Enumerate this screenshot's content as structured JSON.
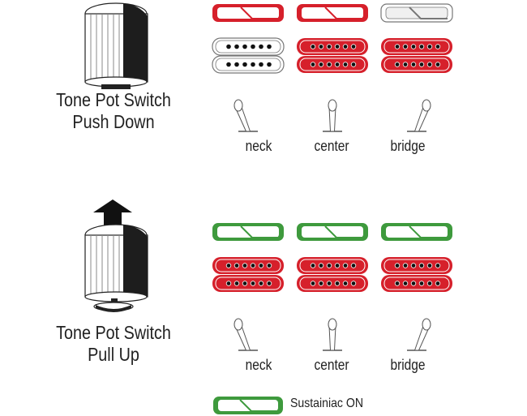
{
  "sections": [
    {
      "title_line1": "Tone Pot Switch",
      "title_line2": "Push Down",
      "positions": [
        "neck",
        "center",
        "bridge"
      ],
      "sustainiac": [
        "red",
        "red",
        "off"
      ],
      "pickups": [
        "off",
        "on",
        "on"
      ]
    },
    {
      "title_line1": "Tone Pot Switch",
      "title_line2": "Pull Up",
      "positions": [
        "neck",
        "center",
        "bridge"
      ],
      "sustainiac": [
        "green",
        "green",
        "green"
      ],
      "pickups": [
        "on",
        "on",
        "on"
      ]
    }
  ],
  "legend": {
    "label": "Sustainiac ON"
  },
  "colors": {
    "red": "#d6202b",
    "green": "#3e9a3d",
    "outline": "#777777",
    "dark": "#222222"
  },
  "icons": [
    "tone-knob-icon",
    "arrow-up-icon",
    "sustainiac-icon",
    "humbucker-icon",
    "toggle-switch-icon"
  ]
}
